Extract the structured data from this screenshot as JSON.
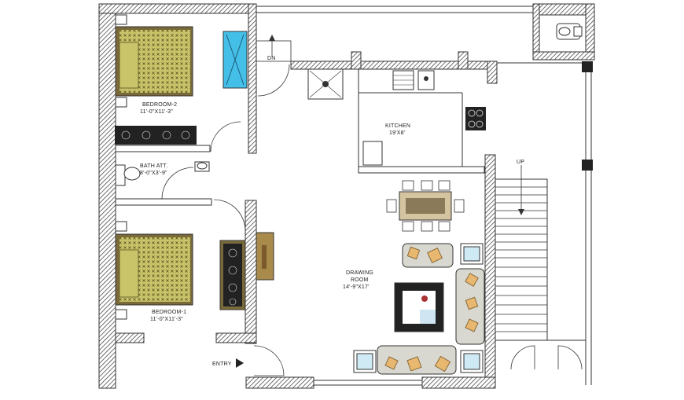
{
  "rooms": {
    "bedroom2": {
      "name": "BEDROOM-2",
      "size": "11'-0\"X11'-3\""
    },
    "bedroom1": {
      "name": "BEDROOM-1",
      "size": "11'-0\"X11'-3\""
    },
    "bath": {
      "name": "BATH ATT.",
      "size": "8'-0\"X3'-9\""
    },
    "kitchen": {
      "name": "KITCHEN",
      "size": "19'X8'"
    },
    "drawing": {
      "name": "DRAWING",
      "name2": "ROOM",
      "size": "14'-9\"X17'"
    }
  },
  "markers": {
    "up": "UP",
    "dn": "DN",
    "entry": "ENTRY"
  },
  "colors": {
    "wall": "#333333",
    "bed": "#c9c36a",
    "bed_frame": "#5a4a2a",
    "cyan": "#44c0e8",
    "sofa": "#d8d8d0",
    "cushion": "#e8b870"
  }
}
